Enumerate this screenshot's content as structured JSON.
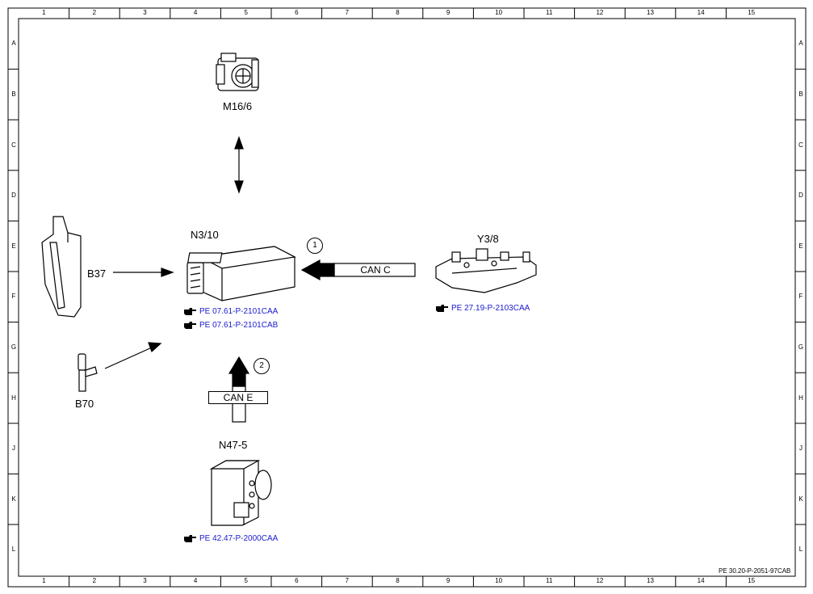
{
  "grid": {
    "columns": [
      "1",
      "2",
      "3",
      "4",
      "5",
      "6",
      "7",
      "8",
      "9",
      "10",
      "11",
      "12",
      "13",
      "14",
      "15"
    ],
    "rows": [
      "A",
      "B",
      "C",
      "D",
      "E",
      "F",
      "G",
      "H",
      "J",
      "K",
      "L"
    ]
  },
  "components": {
    "m16_6": "M16/6",
    "n3_10": "N3/10",
    "y3_8": "Y3/8",
    "b37": "B37",
    "b70": "B70",
    "n47_5": "N47-5"
  },
  "buses": {
    "can_c": "CAN C",
    "can_e": "CAN E"
  },
  "markers": {
    "one": "1",
    "two": "2"
  },
  "refs": {
    "n3_10_a": "PE 07.61-P-2101CAA",
    "n3_10_b": "PE 07.61-P-2101CAB",
    "y3_8": "PE 27.19-P-2103CAA",
    "n47_5": "PE 42.47-P-2000CAA"
  },
  "document_id": "PE 30.20-P-2051-97CAB",
  "colors": {
    "link": "#1a1ad0",
    "line": "#000000"
  },
  "icons": {
    "reference": "pointing-hand-icon"
  }
}
